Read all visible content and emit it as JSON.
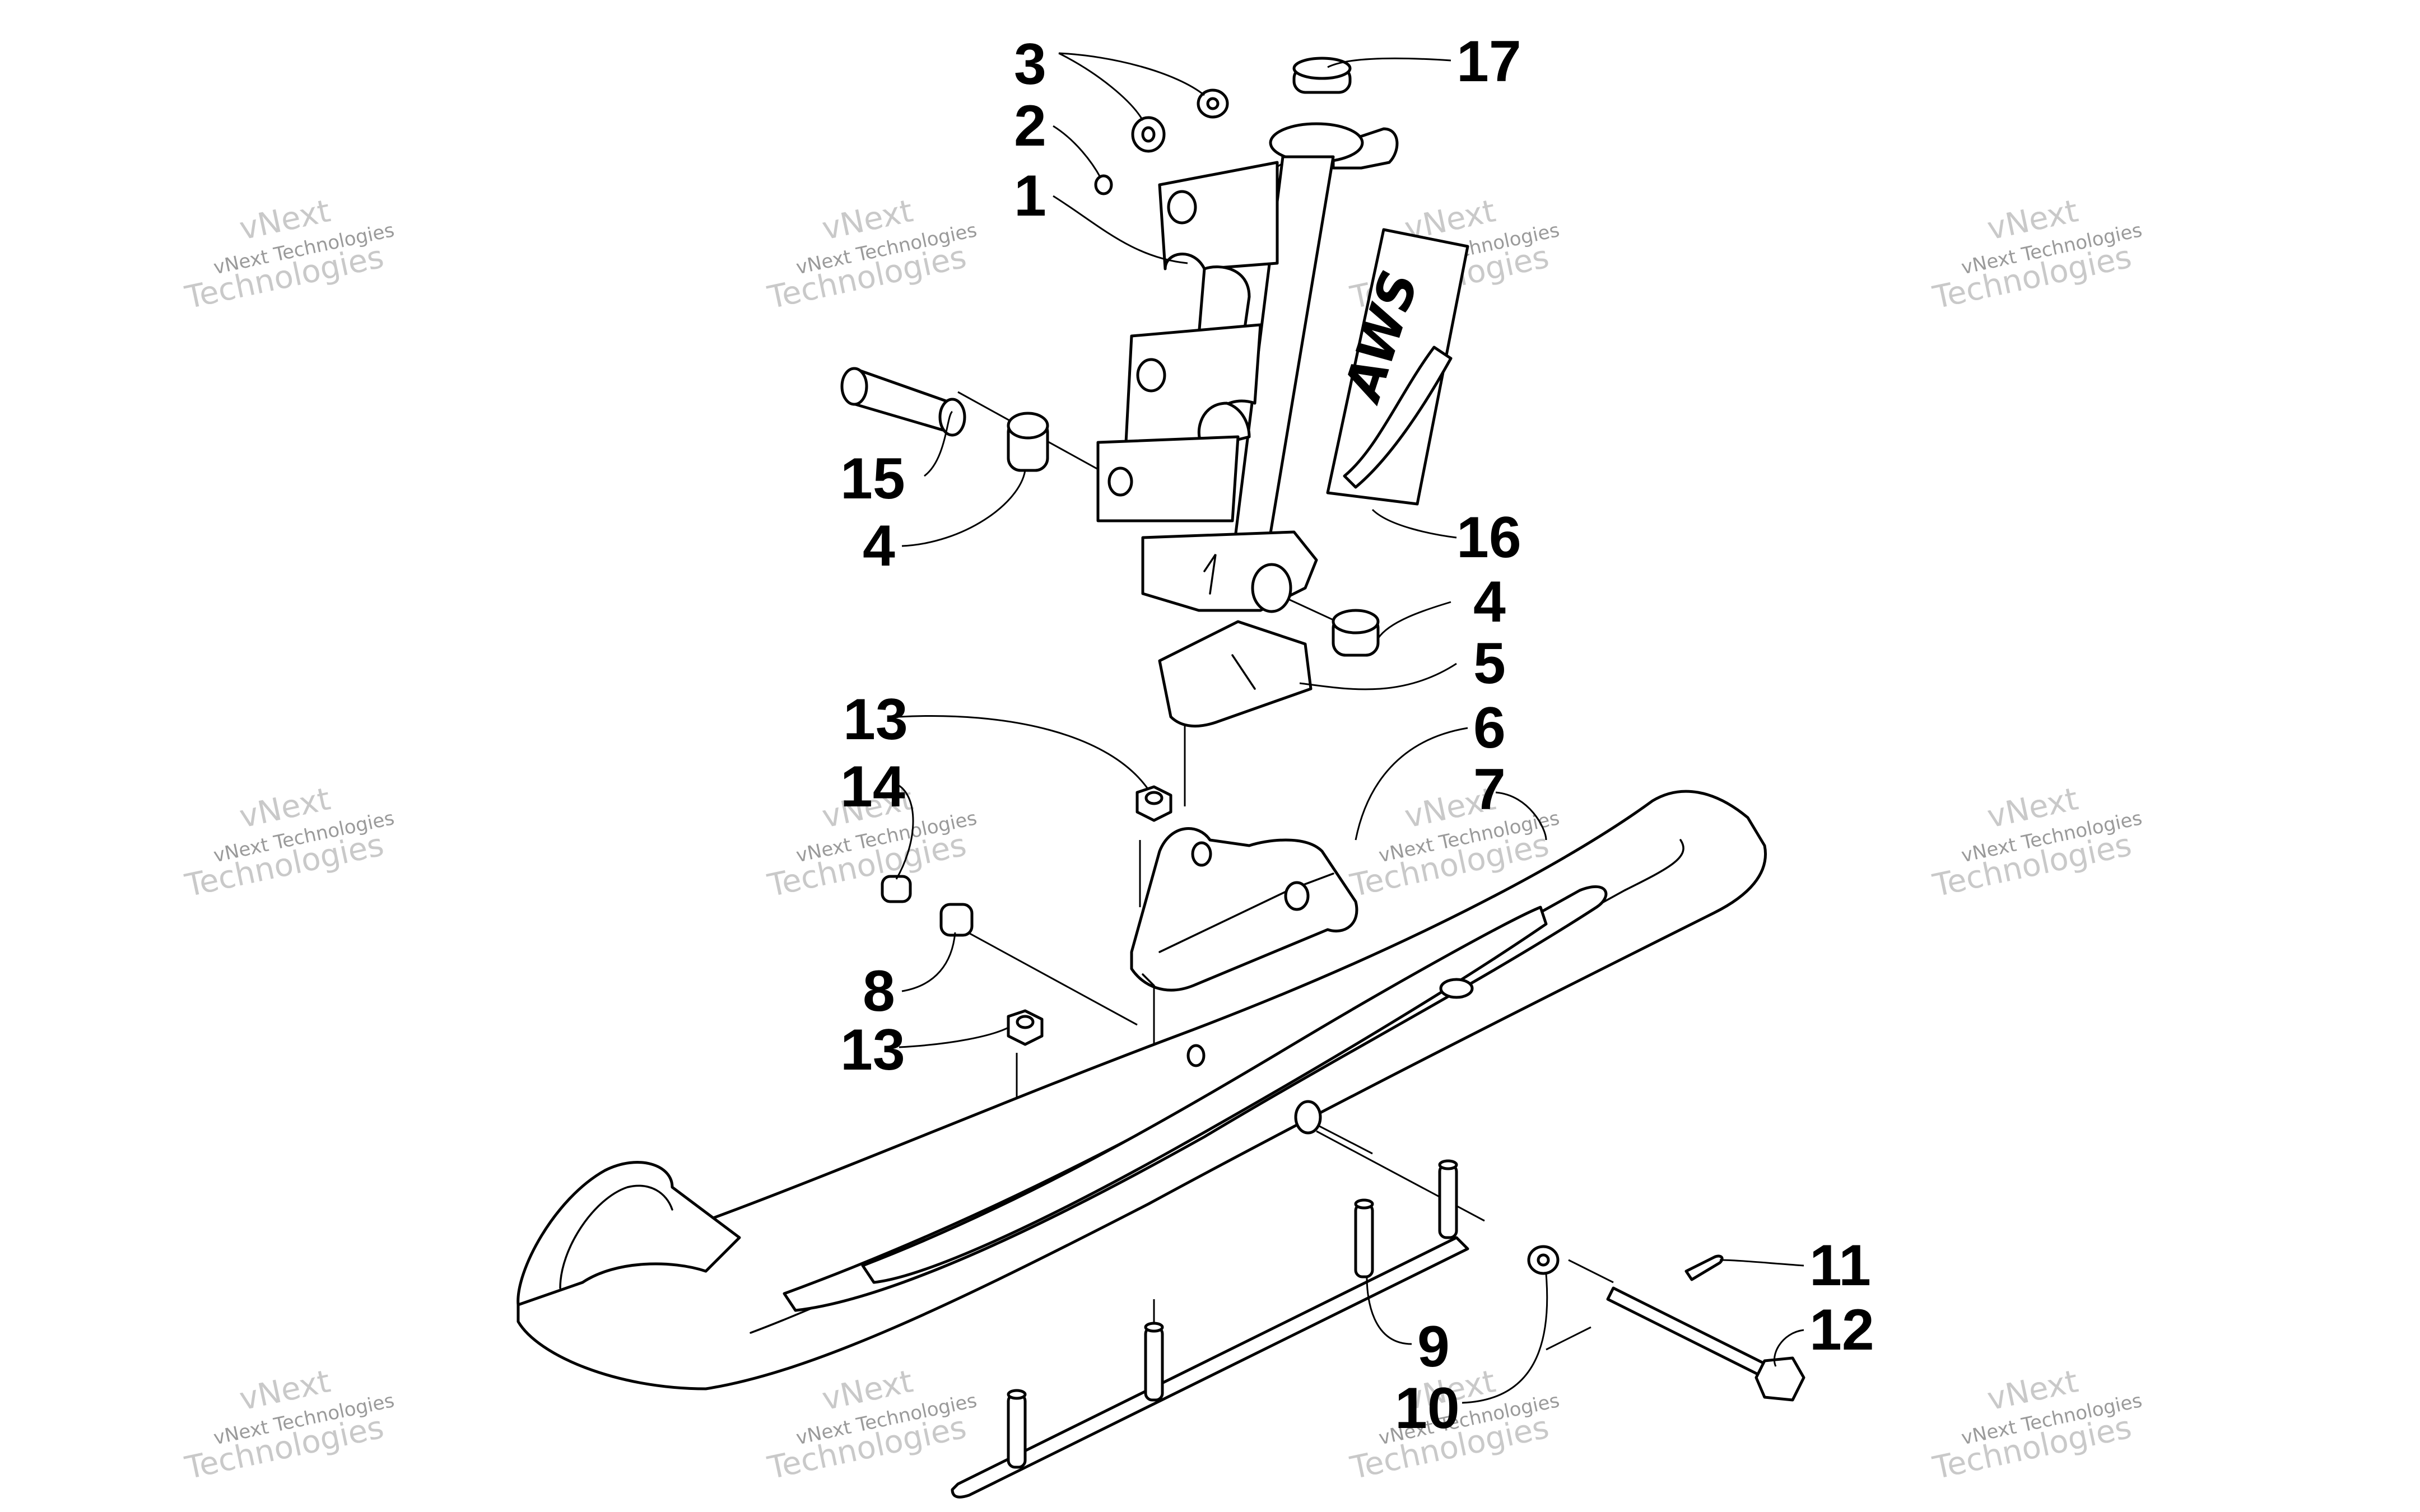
{
  "diagram": {
    "decal_text": "AWS",
    "callouts": [
      {
        "id": "c3",
        "label": "3"
      },
      {
        "id": "c17",
        "label": "17"
      },
      {
        "id": "c2",
        "label": "2"
      },
      {
        "id": "c1",
        "label": "1"
      },
      {
        "id": "c15",
        "label": "15"
      },
      {
        "id": "c4a",
        "label": "4"
      },
      {
        "id": "c16",
        "label": "16"
      },
      {
        "id": "c4b",
        "label": "4"
      },
      {
        "id": "c5",
        "label": "5"
      },
      {
        "id": "c13a",
        "label": "13"
      },
      {
        "id": "c6",
        "label": "6"
      },
      {
        "id": "c14",
        "label": "14"
      },
      {
        "id": "c7",
        "label": "7"
      },
      {
        "id": "c8",
        "label": "8"
      },
      {
        "id": "c13b",
        "label": "13"
      },
      {
        "id": "c11",
        "label": "11"
      },
      {
        "id": "c12",
        "label": "12"
      },
      {
        "id": "c9",
        "label": "9"
      },
      {
        "id": "c10",
        "label": "10"
      }
    ],
    "watermark": {
      "line1": "vNext Technologies",
      "line2": "vNext",
      "line3": "Technologies"
    }
  }
}
